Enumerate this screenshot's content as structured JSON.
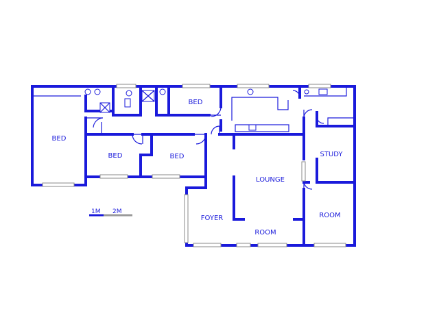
{
  "colors": {
    "wall": "#1a1adb",
    "window": "#8a8a8a",
    "scale_grey": "#9a9a9a",
    "background": "#ffffff"
  },
  "rooms": {
    "bed_main": "BED",
    "bed_top": "BED",
    "bed_mid1": "BED",
    "bed_mid2": "BED",
    "study": "STUDY",
    "lounge": "LOUNGE",
    "foyer": "FOYER",
    "room_lounge": "ROOM",
    "room_right": "ROOM"
  },
  "scale": {
    "label_1": "1M",
    "label_2": "2M"
  }
}
